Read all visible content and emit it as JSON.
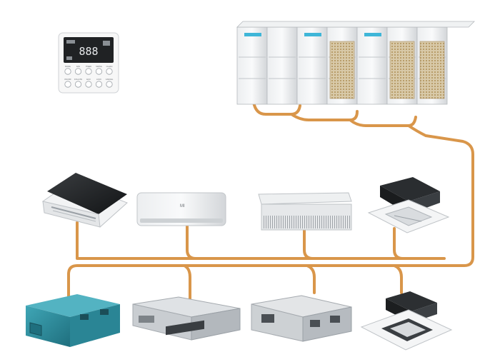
{
  "diagram": {
    "pipe_color": "#D9964A",
    "controller": {
      "icon": "wired-controller-icon",
      "display_digits": "888",
      "button_labels": [
        "MODE",
        "FAN",
        "TIMER",
        "SWING",
        "CLEAN",
        "ON/OFF",
        "FOLLOW",
        "ECO",
        "LOCK",
        "CANCEL"
      ]
    },
    "outdoor_units": {
      "icon": "vrf-outdoor-unit-icon",
      "count": 7,
      "accent_color": "#3FB6D8"
    },
    "indoor_units_row1": [
      {
        "icon": "one-way-cassette-icon",
        "type": "one-way cassette"
      },
      {
        "icon": "wall-mounted-split-icon",
        "type": "wall mounted",
        "badge": "MI"
      },
      {
        "icon": "ceiling-floor-unit-icon",
        "type": "ceiling & floor"
      },
      {
        "icon": "compact-cassette-icon",
        "type": "compact four-way cassette"
      }
    ],
    "indoor_units_row2": [
      {
        "icon": "high-static-duct-icon",
        "type": "high static duct",
        "color": "#2E8FA0"
      },
      {
        "icon": "slim-duct-icon",
        "type": "slim duct"
      },
      {
        "icon": "medium-static-duct-icon",
        "type": "medium static duct"
      },
      {
        "icon": "four-way-cassette-icon",
        "type": "four-way cassette"
      }
    ]
  }
}
